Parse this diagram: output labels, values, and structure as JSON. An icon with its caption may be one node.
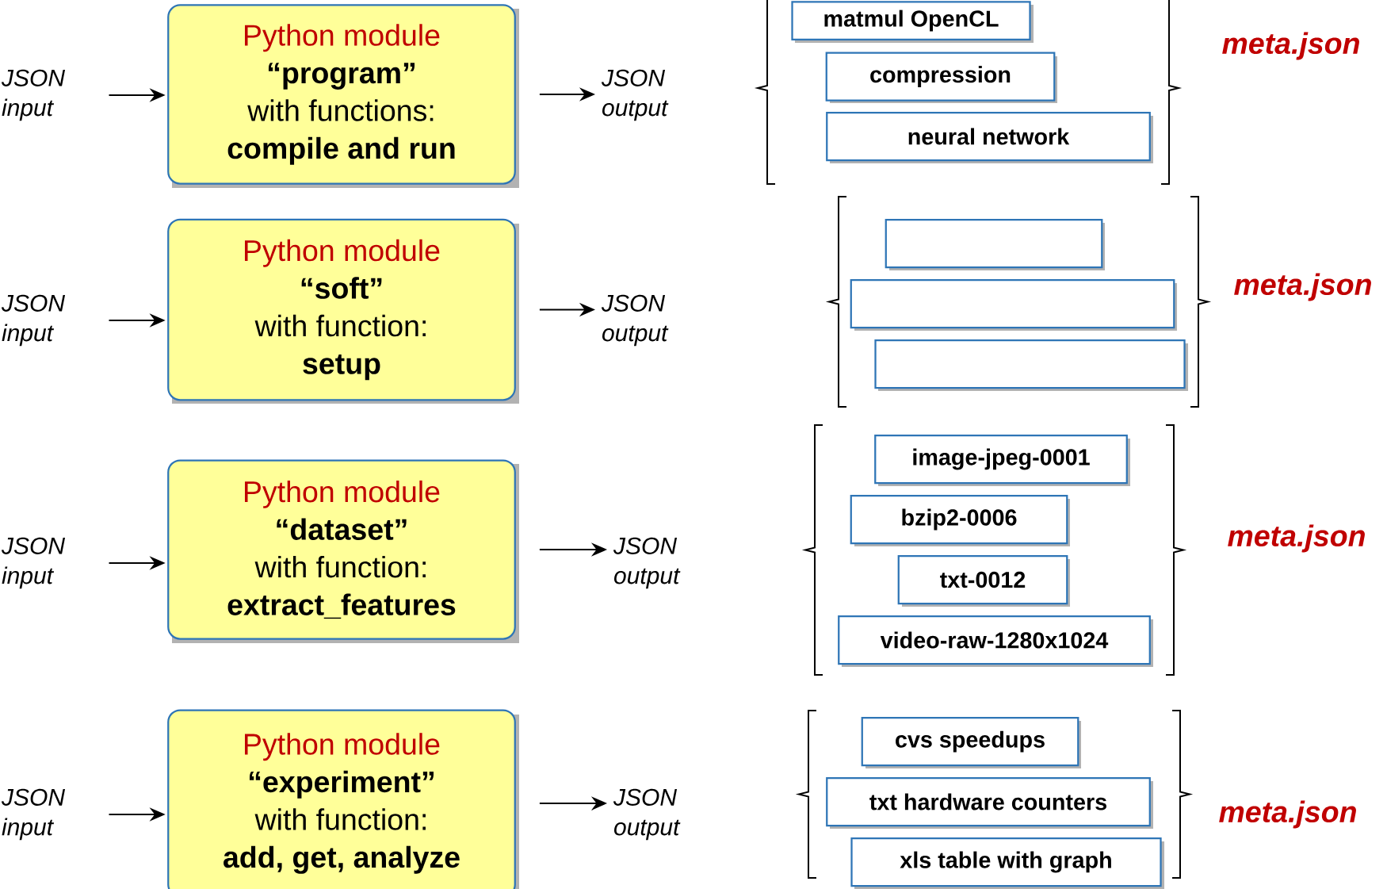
{
  "diagram": {
    "nodes": [
      {
        "text": [
          "JSON input"
        ]
      },
      {
        "text": [
          "Python module",
          "“program”",
          "with functions:",
          "compile and run"
        ]
      },
      {
        "text": [
          "JSON output"
        ]
      },
      {
        "text": [
          "matmul OpenCL"
        ]
      },
      {
        "text": [
          "compression"
        ]
      },
      {
        "text": [
          "neural network"
        ]
      },
      {
        "text": [
          "JSON input"
        ]
      },
      {
        "text": [
          "Python module",
          "“soft”",
          "with function:",
          "setup"
        ]
      },
      {
        "text": [
          "JSON output"
        ]
      },
      {
        "text": [],
        "shape": "box"
      },
      {
        "text": [],
        "shape": "box"
      },
      {
        "text": [],
        "shape": "box"
      },
      {
        "text": [
          "JSON input"
        ]
      },
      {
        "text": [
          "Python module",
          "“dataset”",
          "with function:",
          "extract_features"
        ]
      },
      {
        "text": [
          "JSON output"
        ]
      },
      {
        "text": [
          "image-jpeg-0001"
        ]
      },
      {
        "text": [
          "bzip2-0006"
        ]
      },
      {
        "text": [
          "txt-0012"
        ]
      },
      {
        "text": [
          "video-raw-1280x1024"
        ]
      },
      {
        "text": [
          "JSON input"
        ]
      },
      {
        "text": [
          "Python module",
          "“experiment”",
          "with function:",
          "add, get, analyze"
        ]
      },
      {
        "text": [
          "JSON output"
        ]
      },
      {
        "text": [
          "cvs speedups"
        ]
      },
      {
        "text": [
          "txt hardware counters"
        ]
      },
      {
        "text": [
          "xls table with graph"
        ]
      }
    ],
    "edges": [
      {
        "from": 0,
        "to": 1,
        "arrow": "to"
      },
      {
        "from": 1,
        "to": 2,
        "arrow": "to"
      },
      {
        "from": 6,
        "to": 7,
        "arrow": "to"
      },
      {
        "from": 7,
        "to": 8,
        "arrow": "to"
      },
      {
        "from": 12,
        "to": 13,
        "arrow": "to"
      },
      {
        "from": 13,
        "to": 14,
        "arrow": "to"
      },
      {
        "from": 19,
        "to": 20,
        "arrow": "to"
      },
      {
        "from": 20,
        "to": 21,
        "arrow": "to"
      }
    ],
    "labels": [
      "meta.json",
      "meta.json",
      "meta.json",
      "meta.json"
    ]
  }
}
